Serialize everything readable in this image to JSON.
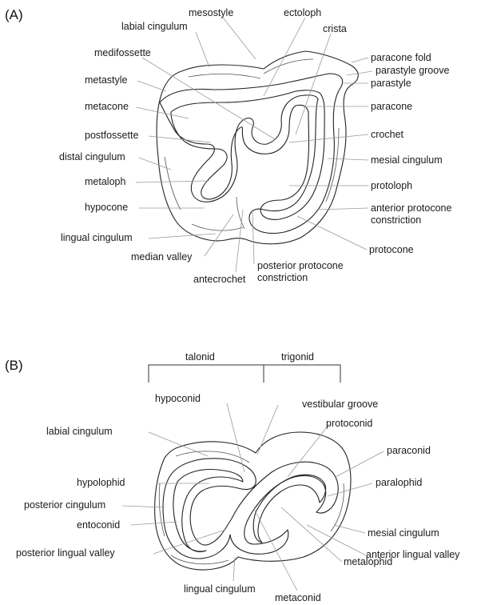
{
  "panel_a": {
    "tag": "(A)",
    "labels": {
      "mesostyle": "mesostyle",
      "ectoloph": "ectoloph",
      "labial_cingulum": "labial cingulum",
      "crista": "crista",
      "medifossette": "medifossette",
      "paracone_fold": "paracone fold",
      "parastyle_groove": "parastyle groove",
      "metastyle": "metastyle",
      "parastyle": "parastyle",
      "metacone": "metacone",
      "paracone": "paracone",
      "postfossette": "postfossette",
      "crochet": "crochet",
      "distal_cingulum": "distal cingulum",
      "mesial_cingulum": "mesial cingulum",
      "metaloph": "metaloph",
      "protoloph": "protoloph",
      "hypocone": "hypocone",
      "anterior_protocone_constriction_1": "anterior protocone",
      "anterior_protocone_constriction_2": "constriction",
      "lingual_cingulum": "lingual cingulum",
      "protocone": "protocone",
      "median_valley": "median valley",
      "posterior_protocone_constriction_1": "posterior protocone",
      "posterior_protocone_constriction_2": "constriction",
      "antecrochet": "antecrochet"
    }
  },
  "panel_b": {
    "tag": "(B)",
    "talonid": "talonid",
    "trigonid": "trigonid",
    "labels": {
      "hypoconid": "hypoconid",
      "vestibular_groove": "vestibular groove",
      "protoconid": "protoconid",
      "labial_cingulum": "labial cingulum",
      "paraconid": "paraconid",
      "hypolophid": "hypolophid",
      "paralophid": "paralophid",
      "posterior_cingulum": "posterior cingulum",
      "entoconid": "entoconid",
      "mesial_cingulum": "mesial cingulum",
      "posterior_lingual_valley": "posterior lingual valley",
      "anterior_lingual_valley": "anterior lingual valley",
      "metalophid": "metalophid",
      "lingual_cingulum": "lingual cingulum",
      "metaconid": "metaconid"
    }
  }
}
